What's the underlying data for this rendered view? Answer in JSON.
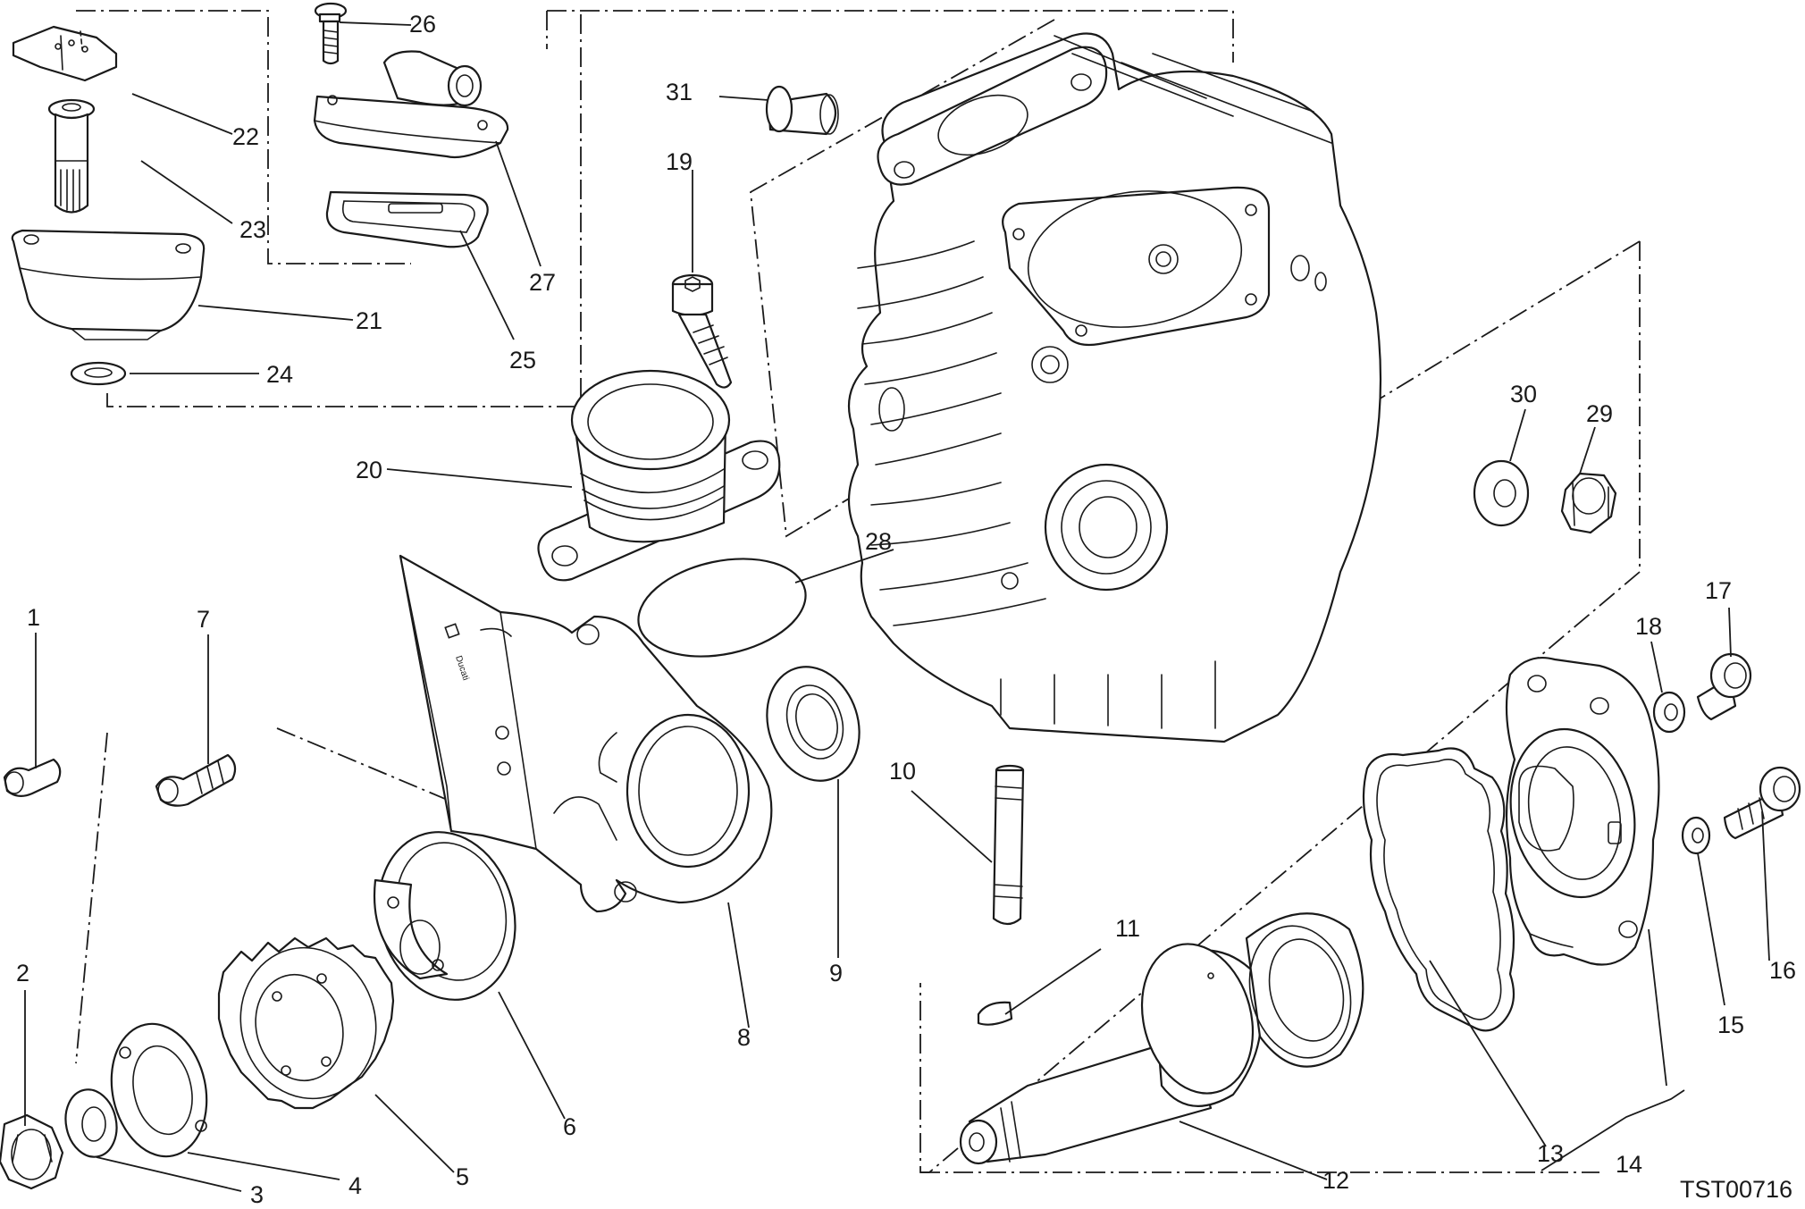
{
  "drawing_code": "TST00716",
  "callouts": [
    "1",
    "2",
    "3",
    "4",
    "5",
    "6",
    "7",
    "8",
    "9",
    "10",
    "11",
    "12",
    "13",
    "14",
    "15",
    "16",
    "17",
    "18",
    "19",
    "20",
    "21",
    "22",
    "23",
    "24",
    "25",
    "26",
    "27",
    "28",
    "29",
    "30",
    "31"
  ],
  "brand_mark": "Ducati"
}
